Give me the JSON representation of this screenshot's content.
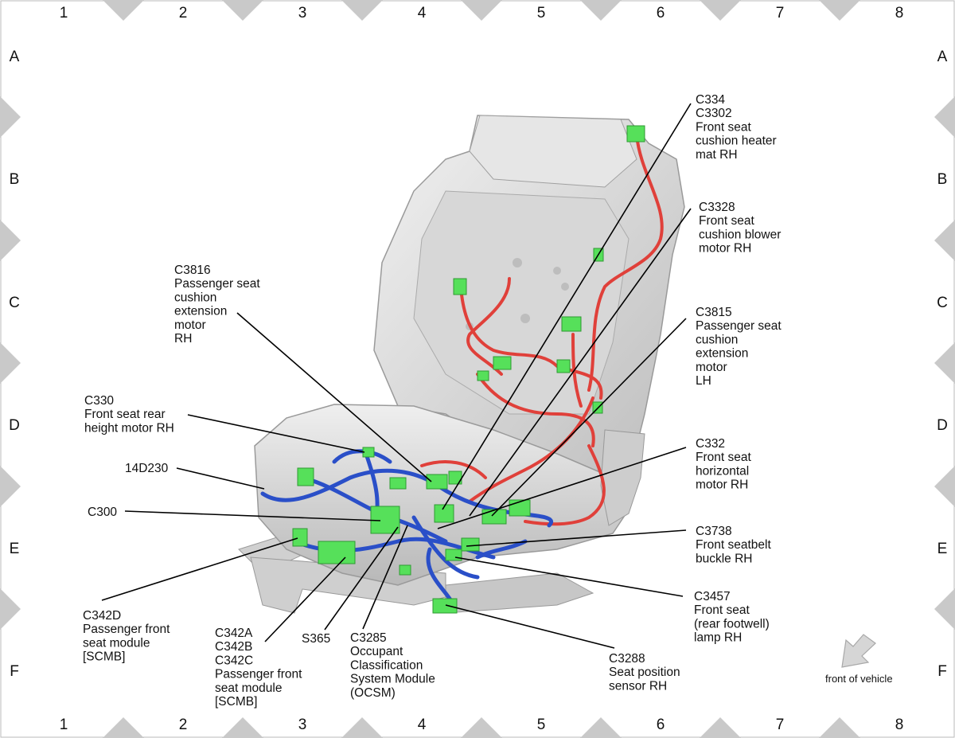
{
  "grid": {
    "columns": [
      "1",
      "2",
      "3",
      "4",
      "5",
      "6",
      "7",
      "8"
    ],
    "rows": [
      "A",
      "B",
      "C",
      "D",
      "E",
      "F"
    ]
  },
  "labels": [
    {
      "id": "c334",
      "lines": [
        "C334",
        "C3302",
        "Front seat",
        "cushion heater",
        "mat RH"
      ]
    },
    {
      "id": "c3328",
      "lines": [
        "C3328",
        "Front seat",
        "cushion blower",
        "motor RH"
      ]
    },
    {
      "id": "c3816",
      "lines": [
        "C3816",
        "Passenger seat",
        "cushion",
        "extension",
        "motor",
        "RH"
      ]
    },
    {
      "id": "c3815",
      "lines": [
        "C3815",
        "Passenger seat",
        "cushion",
        "extension",
        "motor",
        "LH"
      ]
    },
    {
      "id": "c330",
      "lines": [
        "C330",
        "Front seat rear",
        "height motor RH"
      ]
    },
    {
      "id": "14d230",
      "lines": [
        "14D230"
      ]
    },
    {
      "id": "c300",
      "lines": [
        "C300"
      ]
    },
    {
      "id": "c332",
      "lines": [
        "C332",
        "Front seat",
        "horizontal",
        "motor RH"
      ]
    },
    {
      "id": "c3738",
      "lines": [
        "C3738",
        "Front seatbelt",
        "buckle RH"
      ]
    },
    {
      "id": "c3457",
      "lines": [
        "C3457",
        "Front seat",
        "(rear footwell)",
        "lamp RH"
      ]
    },
    {
      "id": "c342d",
      "lines": [
        "C342D",
        "Passenger front",
        "seat module",
        "[SCMB]"
      ]
    },
    {
      "id": "c342abc",
      "lines": [
        "C342A",
        "C342B",
        "C342C",
        "Passenger front",
        "seat module",
        "[SCMB]"
      ]
    },
    {
      "id": "s365",
      "lines": [
        "S365"
      ]
    },
    {
      "id": "c3285",
      "lines": [
        "C3285",
        "Occupant",
        "Classification",
        "System Module",
        "(OCSM)"
      ]
    },
    {
      "id": "c3288",
      "lines": [
        "C3288",
        "Seat position",
        "sensor RH"
      ]
    }
  ],
  "direction": {
    "label": "front of vehicle",
    "icon": "arrow-icon"
  },
  "colors": {
    "seat": "#dcdcdc",
    "seat_edge": "#9a9a9a",
    "harness_blue": "#2a4fc8",
    "harness_red": "#e0403a",
    "connector": "#56e05a",
    "marker": "#c8c8c8"
  }
}
